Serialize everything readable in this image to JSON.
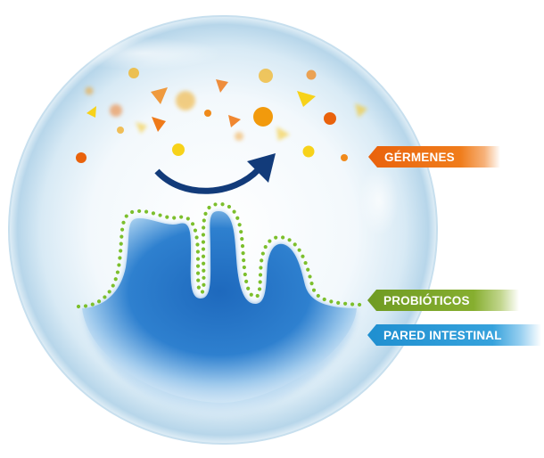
{
  "labels": {
    "germs": "GÉRMENES",
    "probiotics": "PROBIÓTICOS",
    "intestinal_wall": "PARED INTESTINAL"
  },
  "colors": {
    "germs": "#e9620c",
    "probiotics": "#7aa52a",
    "intestinal_wall": "#1f73c6",
    "arrow": "#123b7a",
    "bubble": "#cfe6f3"
  }
}
